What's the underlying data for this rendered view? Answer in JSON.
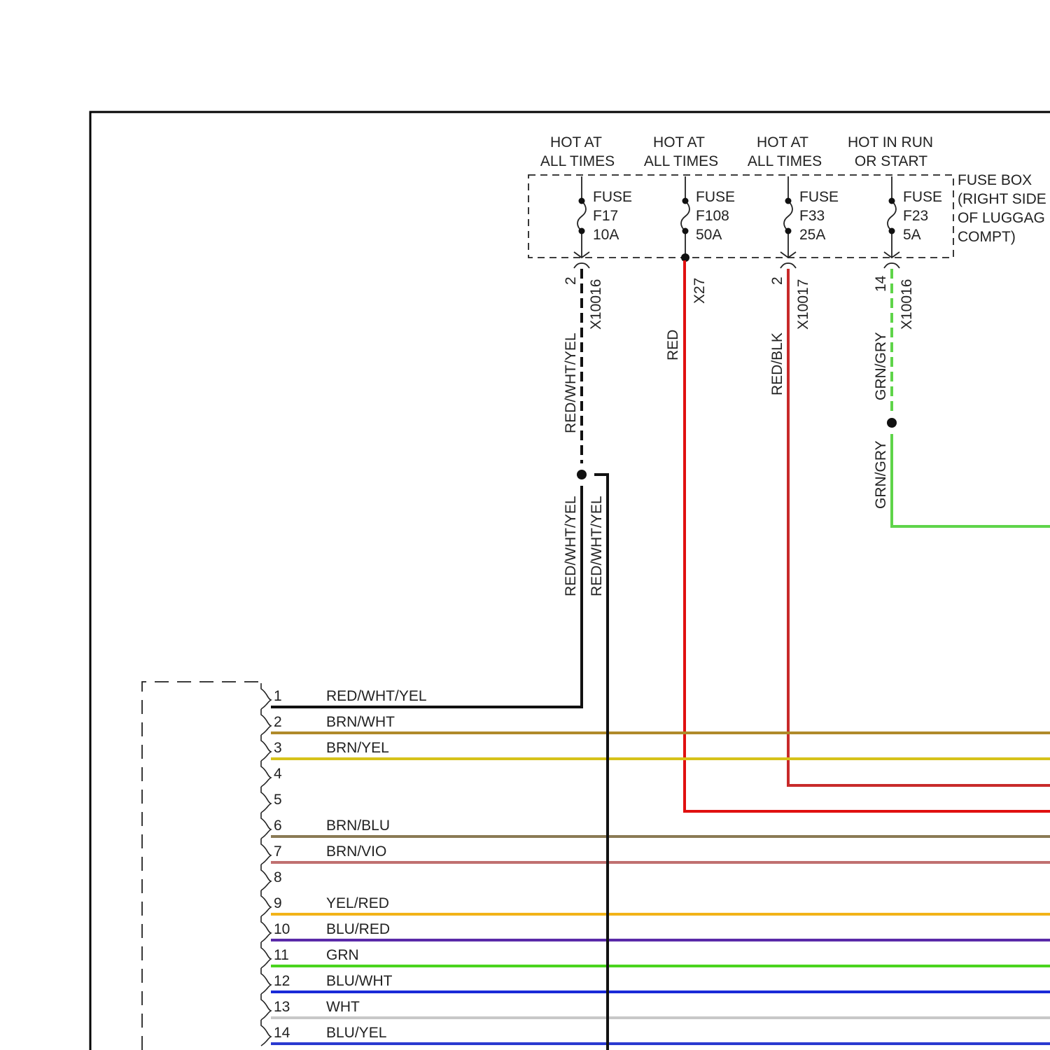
{
  "fuse_box": {
    "label_lines": [
      "FUSE BOX",
      "(RIGHT SIDE",
      "OF LUGGAG",
      "COMPT)"
    ],
    "fuses": [
      {
        "hot_lines": [
          "HOT AT",
          "ALL TIMES"
        ],
        "lines": [
          "FUSE",
          "F17",
          "10A"
        ],
        "pin": "2",
        "connector": "X10016",
        "wire": "RED/WHT/YEL",
        "color": "#111111"
      },
      {
        "hot_lines": [
          "HOT AT",
          "ALL TIMES"
        ],
        "lines": [
          "FUSE",
          "F108",
          "50A"
        ],
        "pin": "",
        "connector": "X27",
        "wire": "RED",
        "color": "#e01010"
      },
      {
        "hot_lines": [
          "HOT AT",
          "ALL TIMES"
        ],
        "lines": [
          "FUSE",
          "F33",
          "25A"
        ],
        "pin": "2",
        "connector": "X10017",
        "wire": "RED/BLK",
        "color": "#c82a2a"
      },
      {
        "hot_lines": [
          "HOT IN RUN",
          "OR START"
        ],
        "lines": [
          "FUSE",
          "F23",
          "5A"
        ],
        "pin": "14",
        "connector": "X10016",
        "wire": "GRN/GRY",
        "color": "#5fd44a"
      }
    ]
  },
  "splice": {
    "wire_in": "RED/WHT/YEL",
    "wire_out": "RED/WHT/YEL",
    "wire_branch": "RED/WHT/YEL",
    "grn_lower": "GRN/GRY"
  },
  "connector_pins": [
    {
      "num": "1",
      "wire": "RED/WHT/YEL",
      "color": "#111111"
    },
    {
      "num": "2",
      "wire": "BRN/WHT",
      "color": "#b08a2a"
    },
    {
      "num": "3",
      "wire": "BRN/YEL",
      "color": "#d6c21a"
    },
    {
      "num": "4",
      "wire": "",
      "color": ""
    },
    {
      "num": "5",
      "wire": "",
      "color": ""
    },
    {
      "num": "6",
      "wire": "BRN/BLU",
      "color": "#8a7a55"
    },
    {
      "num": "7",
      "wire": "BRN/VIO",
      "color": "#c07070"
    },
    {
      "num": "8",
      "wire": "",
      "color": ""
    },
    {
      "num": "9",
      "wire": "YEL/RED",
      "color": "#f2b318"
    },
    {
      "num": "10",
      "wire": "BLU/RED",
      "color": "#5a2aa8"
    },
    {
      "num": "11",
      "wire": "GRN",
      "color": "#4ad41e"
    },
    {
      "num": "12",
      "wire": "BLU/WHT",
      "color": "#1a2ad8"
    },
    {
      "num": "13",
      "wire": "WHT",
      "color": "#c8c8c8"
    },
    {
      "num": "14",
      "wire": "BLU/YEL",
      "color": "#2a3ad0"
    }
  ]
}
